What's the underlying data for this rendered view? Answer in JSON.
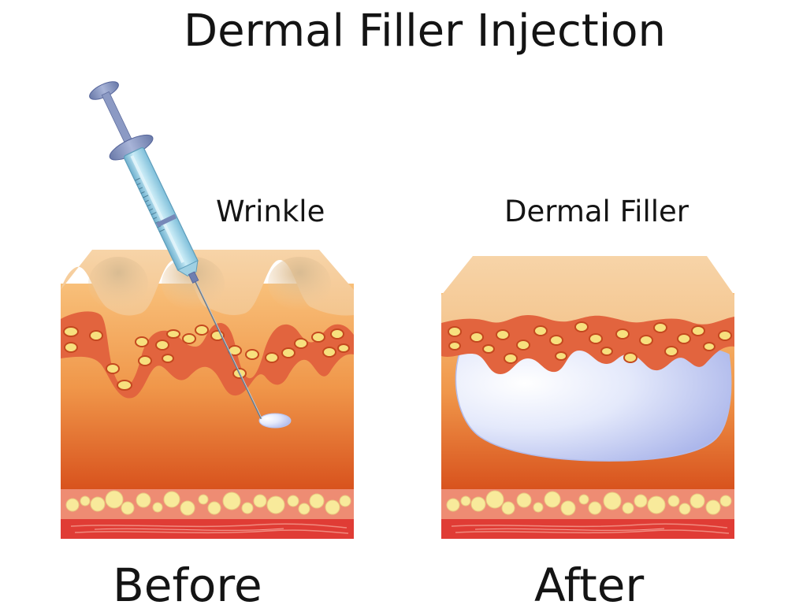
{
  "title": "Dermal Filler Injection",
  "labels": {
    "wrinkle": "Wrinkle",
    "dermal_filler": "Dermal Filler",
    "before": "Before",
    "after": "After"
  },
  "colors": {
    "epidermis": "#f6cfa0",
    "dermis_top": "#f7b36c",
    "dermis_bottom": "#d8521d",
    "papillary_layer": "#e2643e",
    "cell_fill": "#f7e07e",
    "fat_layer": "#ee8c73",
    "fat_cell": "#f8ea9b",
    "muscle": "#e03c35",
    "filler": "#d2dbf7",
    "syringe_barrel": "#a3d4e6",
    "syringe_flange": "#8090bd",
    "text": "#141414"
  },
  "icons": [
    "syringe-icon",
    "needle-icon",
    "filler-droplet-icon"
  ]
}
